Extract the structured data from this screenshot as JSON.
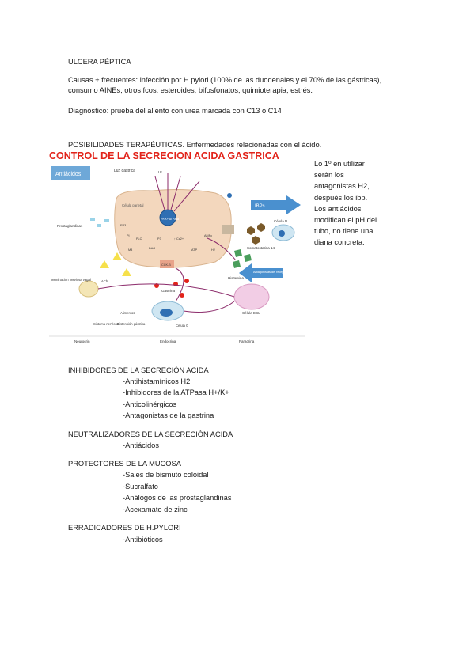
{
  "title": "ULCERA PÉPTICA",
  "causes": "Causas + frecuentes: infección por H.pylori (100% de las duodenales y el 70% de las gástricas),",
  "causes_2": "consumo AINEs, otros fcos: esteroides, bifosfonatos, quimioterapia, estrés.",
  "diagnosis": "Diagnóstico: prueba del aliento con urea marcada con C13 o C14",
  "possibilities": "POSIBILIDADES TERAPÉUTICAS. Enfermedades relacionadas con el ácido.",
  "side_note": {
    "lines": [
      "Lo 1º en utilizar",
      "serán los",
      "antagonistas H2,",
      "después los ibp.",
      "Los antiácidos",
      "modifican el pH del",
      "tubo, no tiene una",
      "diana concreta."
    ]
  },
  "figure": {
    "title": "CONTROL DE LA SECRECION ACIDA GASTRICA",
    "antacids": "Antiácidos",
    "luz_gastrica": "Luz gástrica",
    "celula_parietal": "Célula parietal",
    "ibps": "IBPs",
    "celula_d": "Célula D",
    "somatostatina": "Somatostatina 14",
    "prostaglandinas": "Prostaglandinas",
    "antagonistas_h2": "Antagonistas del receptor H2",
    "histamina": "Histamina",
    "gastrina": "Gastrina",
    "celula_ecl": "Célula ECL",
    "celula_g": "Célula G",
    "ach": "ACh",
    "terminacion": "Terminación nerviosa vagal",
    "alimentos": "Alimentos",
    "distension": "Distensión gástrica",
    "sistema": "Sistema nervioso",
    "neurocrin": "Neurocrin",
    "endocrina": "Endocrina",
    "paracrina": "Paracrina",
    "h_plus": "H+",
    "m3": "M3",
    "cck_b": "CCK-B",
    "ep3": "EP3",
    "pi": "PI",
    "plc": "PLC",
    "ip3": "IP3",
    "ca": "↑[Ca2+]",
    "dag": "DAG",
    "ampc": "AMPc",
    "atp": "ATP",
    "h2": "H2",
    "pump": "H+/K+ ATPasa"
  },
  "sections": [
    {
      "heading": "INHIBIDORES DE LA SECRECIÓN ACIDA",
      "items": [
        "-Antihistamínicos H2",
        "-Inhibidores de la ATPasa H+/K+",
        "-Anticolinérgicos",
        "-Antagonistas de la gastrina"
      ]
    },
    {
      "heading": "NEUTRALIZADORES DE LA SECRECIÓN ACIDA",
      "items": [
        "-Antiácidos"
      ]
    },
    {
      "heading": "PROTECTORES DE LA MUCOSA",
      "items": [
        "-Sales de bismuto coloidal",
        "-Sucralfato",
        "-Análogos de las prostaglandinas",
        "-Acexamato de zinc"
      ]
    },
    {
      "heading": "ERRADICADORES DE H.PYLORI",
      "items": [
        "-Antibióticos"
      ]
    }
  ]
}
